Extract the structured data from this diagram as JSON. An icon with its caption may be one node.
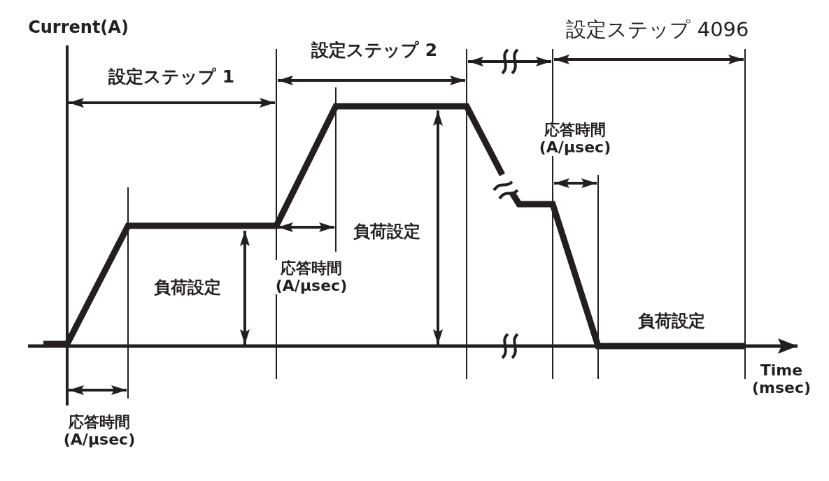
{
  "diagram": {
    "labels": [
      "Current(A)",
      "設定ステップ 4096",
      "設定ステップ 2",
      "設定ステップ 1",
      "応答時間 (A/μsec)",
      "負荷設定",
      "応答時間 (A/μsec)",
      "負荷設定",
      "負荷設定",
      "Time (msec)",
      "応答時間 (A/μsec)"
    ]
  }
}
